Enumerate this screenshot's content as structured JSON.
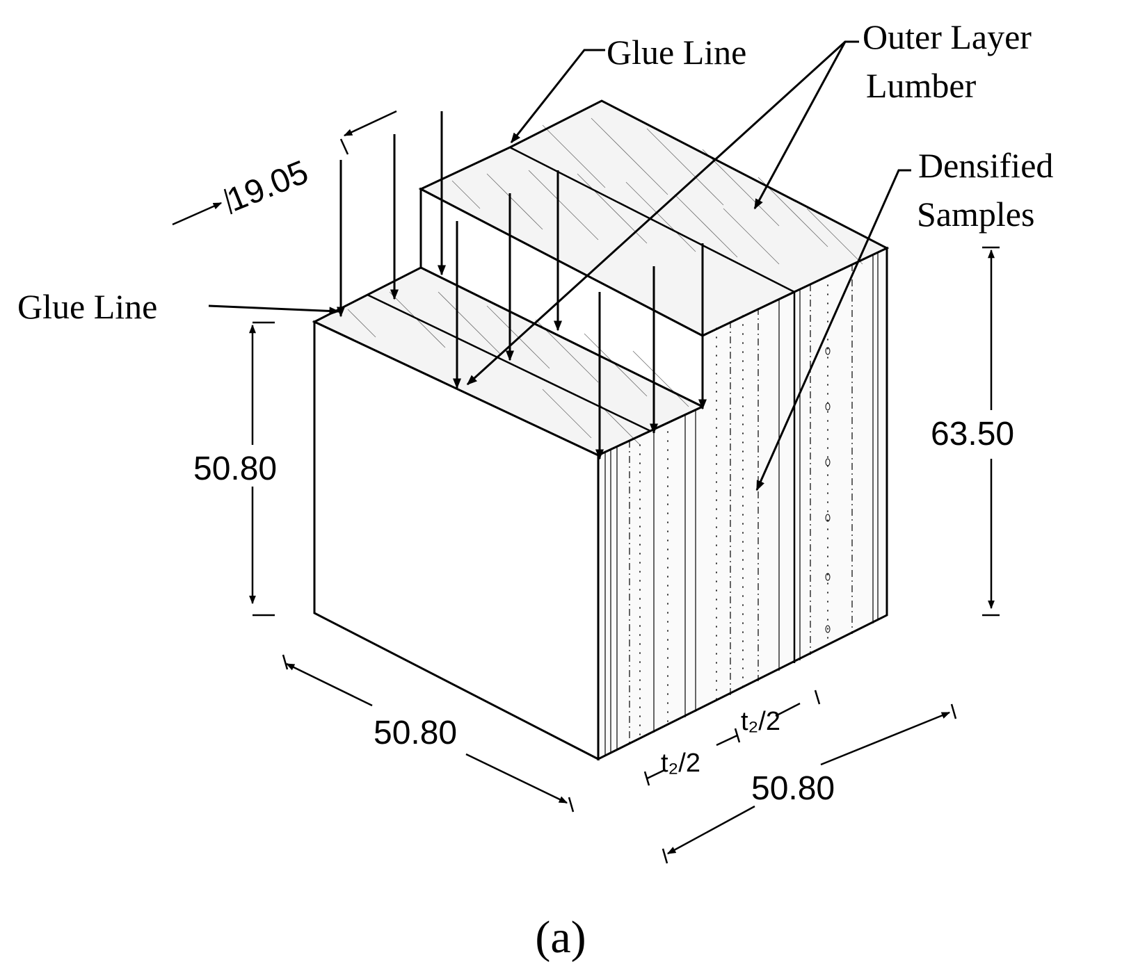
{
  "labels": {
    "glue_line_top": "Glue Line",
    "glue_line_left": "Glue Line",
    "outer_layer_line1": "Outer Layer",
    "outer_layer_line2": "Lumber",
    "densified_line1": "Densified",
    "densified_line2": "Samples",
    "caption": "(a)"
  },
  "dimensions": {
    "width_top": "19.05",
    "height_left": "50.80",
    "height_right": "63.50",
    "length_left": "50.80",
    "length_right": "50.80",
    "half_thickness_1": "t₂/2",
    "half_thickness_2": "t₂/2"
  }
}
